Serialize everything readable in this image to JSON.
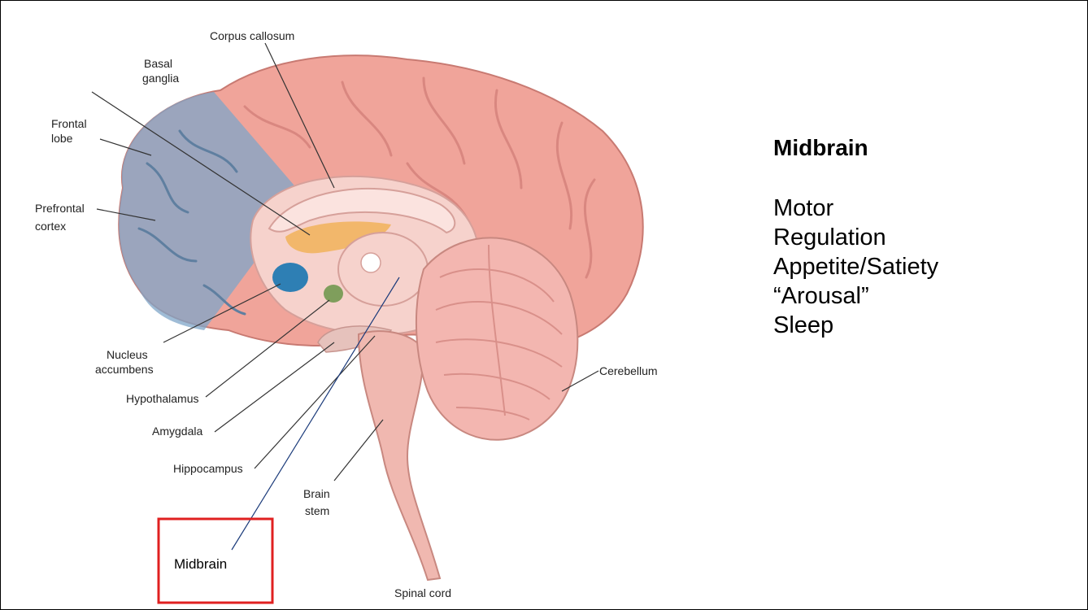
{
  "diagram": {
    "labels": {
      "corpus_callosum": "Corpus callosum",
      "basal_ganglia_1": "Basal",
      "basal_ganglia_2": "ganglia",
      "frontal_lobe_1": "Frontal",
      "frontal_lobe_2": "lobe",
      "prefrontal_1": "Prefrontal",
      "prefrontal_2": "cortex",
      "nucleus_1": "Nucleus",
      "nucleus_2": "accumbens",
      "hypothalamus": "Hypothalamus",
      "amygdala": "Amygdala",
      "hippocampus": "Hippocampus",
      "brain_stem_1": "Brain",
      "brain_stem_2": "stem",
      "cerebellum": "Cerebellum",
      "spinal_cord": "Spinal cord",
      "midbrain_box": "Midbrain"
    },
    "colors": {
      "cortex": "#f0a49a",
      "cortex_fold": "#e08a82",
      "prefrontal_overlay": "#7fa6c8",
      "inner": "#f6d2cc",
      "basal_ganglia": "#f2b76b",
      "nucleus_accumbens": "#2e7fb4",
      "hypothalamus": "#7f9e5c",
      "highlight_box": "#e02020",
      "pointer_line": "#1a3a7a"
    }
  },
  "panel": {
    "title": "Midbrain",
    "items": [
      "Motor",
      "Regulation",
      "Appetite/Satiety",
      "“Arousal”",
      "Sleep"
    ]
  }
}
